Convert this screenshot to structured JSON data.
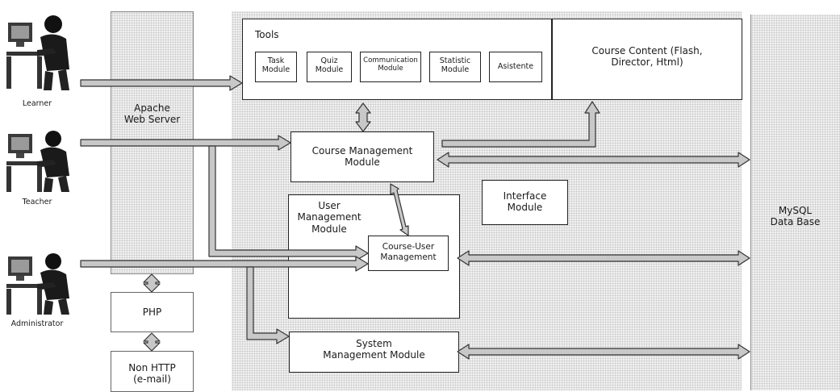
{
  "actors": {
    "learner": "Learner",
    "teacher": "Teacher",
    "administrator": "Administrator"
  },
  "server_column": {
    "apache": "Apache\nWeb Server",
    "php": "PHP",
    "non_http": "Non HTTP\n(e-mail)"
  },
  "tools": {
    "title": "Tools",
    "modules": [
      "Task\nModule",
      "Quiz\nModule",
      "Communication\nModule",
      "Statistic\nModule",
      "Asistente"
    ]
  },
  "course_content": "Course Content (Flash,\nDirector, Html)",
  "course_management": "Course Management\nModule",
  "user_management": "User\nManagement\nModule",
  "course_user": "Course-User\nManagement",
  "interface_module": "Interface\nModule",
  "system_management": "System\nManagement Module",
  "database": "MySQL\nData Base"
}
